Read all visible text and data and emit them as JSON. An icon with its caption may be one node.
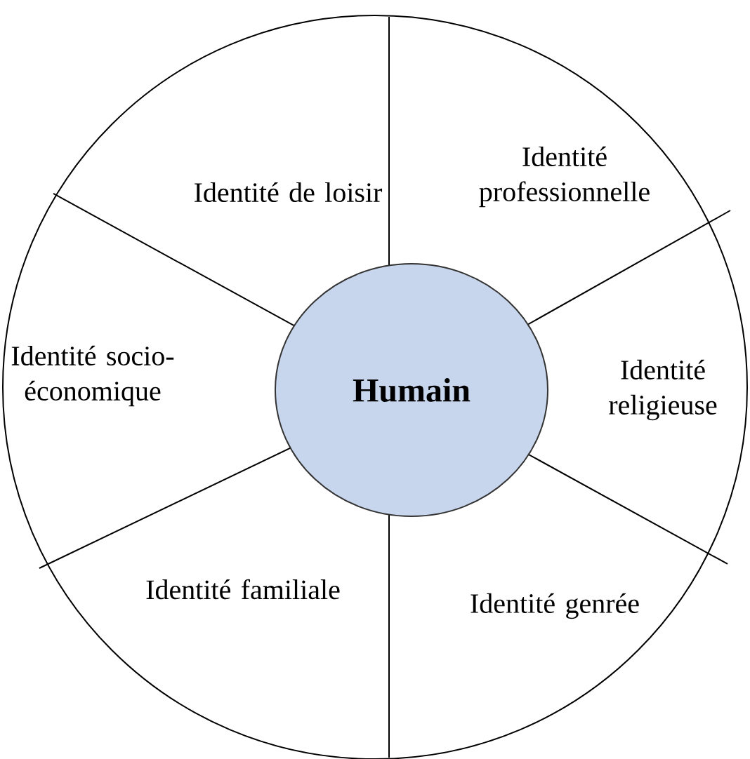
{
  "diagram": {
    "nodes": [
      {
        "text": [
          "Identité de loisir"
        ]
      },
      {
        "text": [
          "Identité professionnelle"
        ]
      },
      {
        "text": [
          "Identité socio-économique"
        ]
      },
      {
        "text": [
          "**Humain**"
        ]
      },
      {
        "text": [
          "Identité religieuse"
        ]
      },
      {
        "text": [
          "Identité familiale"
        ]
      },
      {
        "text": [
          "Identité genrée"
        ]
      }
    ]
  }
}
